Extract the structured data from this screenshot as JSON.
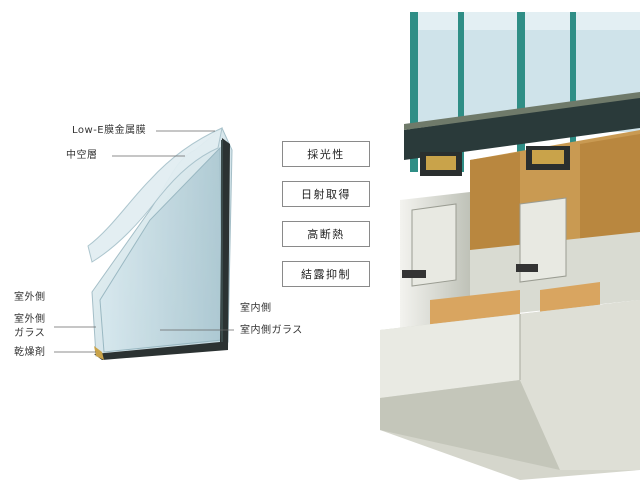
{
  "labels": {
    "low_e": "Low-E膜金属膜",
    "hollow": "中空層",
    "outdoor": "室外側",
    "outdoor_glass_line1": "室外側",
    "outdoor_glass_line2": "ガラス",
    "desiccant": "乾燥剤",
    "indoor": "室内側",
    "indoor_glass": "室内側ガラス"
  },
  "features": [
    "採光性",
    "日射取得",
    "高断熱",
    "結露抑制"
  ],
  "colors": {
    "glass": "#cfe3ea",
    "frame_wood": "#c99a52",
    "frame_gray": "#d9dbd2",
    "frame_dark": "#2a3a3a",
    "teal": "#2f8e86"
  }
}
